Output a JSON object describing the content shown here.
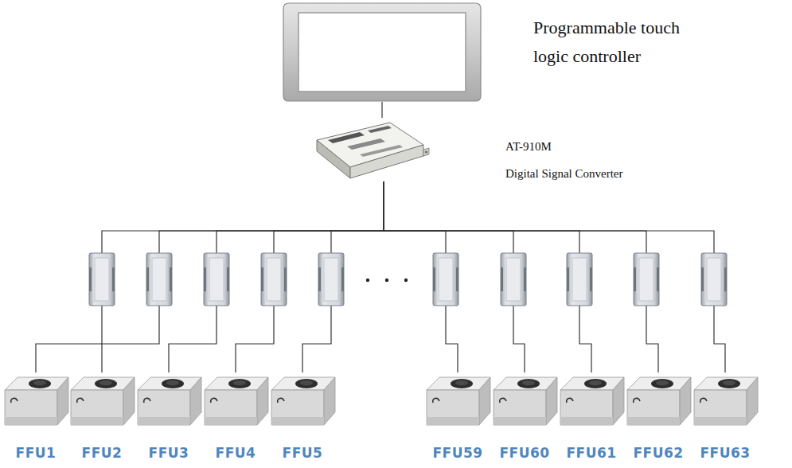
{
  "diagram": {
    "nodes": [
      {
        "text": [
          "Programmable touch logic controller"
        ]
      },
      {
        "text": [
          "AT-910M",
          "Digital Signal Converter"
        ]
      },
      {
        "text": [
          "FFU1"
        ]
      },
      {
        "text": [
          "FFU2"
        ]
      },
      {
        "text": [
          "FFU3"
        ]
      },
      {
        "text": [
          "FFU4"
        ]
      },
      {
        "text": [
          "FFU5"
        ]
      },
      {
        "text": [
          "FFU59"
        ]
      },
      {
        "text": [
          "FFU60"
        ]
      },
      {
        "text": [
          "FFU61"
        ]
      },
      {
        "text": [
          "FFU62"
        ]
      },
      {
        "text": [
          "FFU63"
        ]
      }
    ],
    "edges": [
      {
        "from": 0,
        "to": 1,
        "arrow": "none"
      },
      {
        "from": 1,
        "to": 2,
        "arrow": "none"
      },
      {
        "from": 1,
        "to": 3,
        "arrow": "none"
      },
      {
        "from": 1,
        "to": 4,
        "arrow": "none"
      },
      {
        "from": 1,
        "to": 5,
        "arrow": "none"
      },
      {
        "from": 1,
        "to": 6,
        "arrow": "none"
      },
      {
        "from": 1,
        "to": 7,
        "arrow": "none"
      },
      {
        "from": 1,
        "to": 8,
        "arrow": "none"
      },
      {
        "from": 1,
        "to": 9,
        "arrow": "none"
      },
      {
        "from": 1,
        "to": 10,
        "arrow": "none"
      },
      {
        "from": 1,
        "to": 11,
        "arrow": "none"
      }
    ]
  }
}
